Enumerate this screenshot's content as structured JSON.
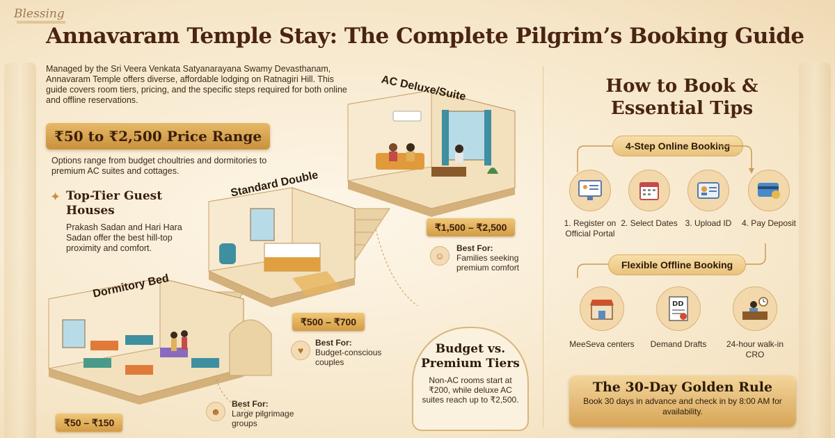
{
  "brand": "Blessing",
  "title": "Annavaram Temple Stay: The Complete Pilgrim’s Booking Guide",
  "intro": "Managed by the Sri Veera Venkata Satyanarayana Swamy Devasthanam, Annavaram Temple offers diverse, affordable lodging on Ratnagiri Hill. This guide covers room tiers, pricing, and the specific steps required for both online and offline reservations.",
  "price_range": {
    "title": "₹50 to ₹2,500 Price Range",
    "desc": "Options range from budget choultries and dormitories to premium AC suites and cottages."
  },
  "top_tier": {
    "title": "Top-Tier Guest Houses",
    "desc": "Prakash Sadan and Hari Hara Sadan offer the best hill-top proximity and comfort."
  },
  "rooms": [
    {
      "label": "AC Deluxe/Suite",
      "price": "₹1,500 – ₹2,500",
      "best_for_head": "Best For:",
      "best_for": "Families seeking premium comfort",
      "icon": "family-icon"
    },
    {
      "label": "Standard Double",
      "price": "₹500 – ₹700",
      "best_for_head": "Best For:",
      "best_for": "Budget-conscious couples",
      "icon": "heart-hand-icon"
    },
    {
      "label": "Dormitory Bed",
      "price": "₹50 – ₹150",
      "best_for_head": "Best For:",
      "best_for": "Large pilgrimage groups",
      "icon": "group-icon"
    }
  ],
  "budget": {
    "title": "Budget vs. Premium Tiers",
    "desc": "Non-AC rooms start at ₹200, while deluxe AC suites reach up to ₹2,500."
  },
  "howto": {
    "title": "How to Book & Essential Tips",
    "online_label": "4-Step Online Booking",
    "steps": [
      {
        "label": "1. Register on Official Portal",
        "icon": "computer-icon"
      },
      {
        "label": "2. Select Dates",
        "icon": "calendar-icon"
      },
      {
        "label": "3. Upload ID",
        "icon": "id-card-icon"
      },
      {
        "label": "4. Pay Deposit",
        "icon": "credit-card-icon"
      }
    ],
    "offline_label": "Flexible Offline Booking",
    "offline": [
      {
        "label": "MeeSeva centers",
        "icon": "storefront-icon"
      },
      {
        "label": "Demand Drafts",
        "icon": "document-icon",
        "badge": "DD"
      },
      {
        "label": "24-hour walk-in CRO",
        "icon": "reception-desk-icon"
      }
    ]
  },
  "golden": {
    "title": "The 30-Day Golden Rule",
    "desc": "Book 30 days in advance and check in by 8:00 AM for availability."
  },
  "colors": {
    "accent": "#c9913c",
    "title": "#4a2412",
    "background": "#f8ecd7"
  }
}
